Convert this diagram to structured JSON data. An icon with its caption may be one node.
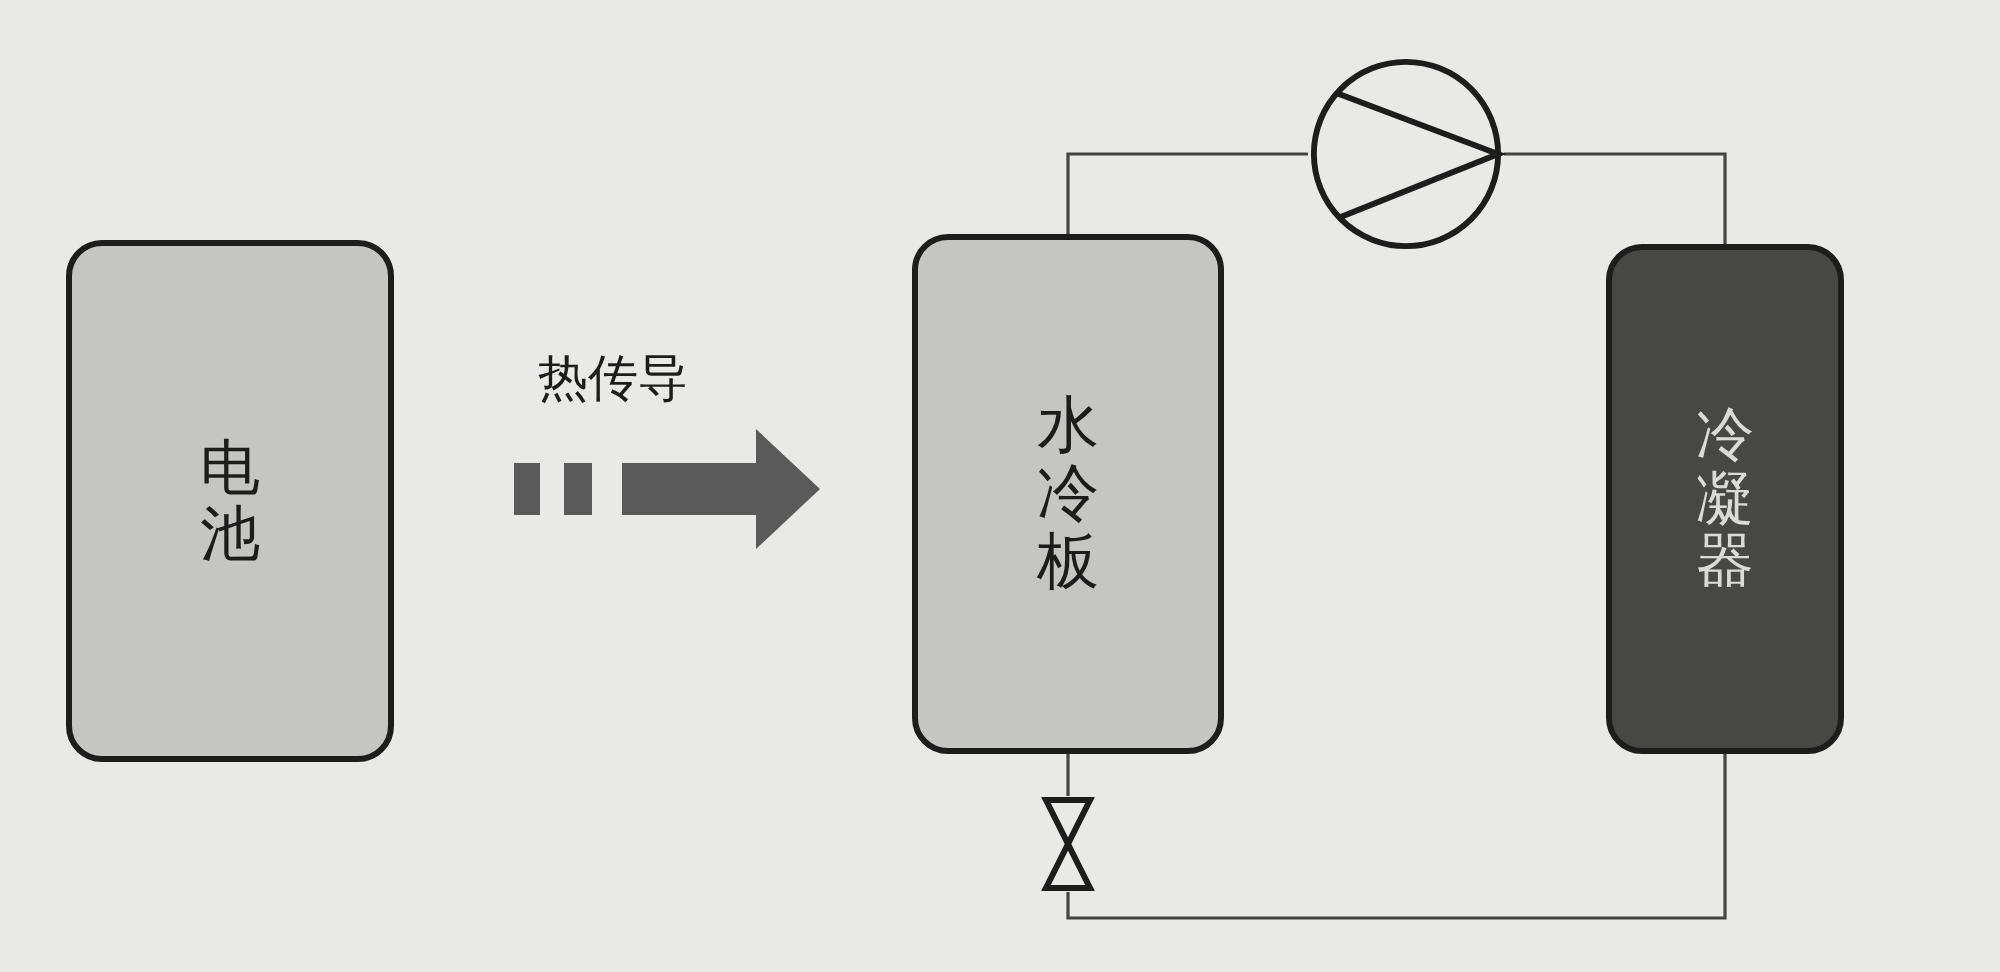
{
  "diagram": {
    "nodes": [
      {
        "text": [
          "电池"
        ]
      },
      {
        "text": [
          "水冷板"
        ]
      },
      {
        "text": [
          "冷凝器"
        ]
      },
      {
        "text": [],
        "shape": "pump"
      },
      {
        "text": [],
        "shape": "valve"
      }
    ],
    "edges": [
      {
        "from": 0,
        "to": 1,
        "arrow": "to",
        "label": "热传导",
        "style": "thick"
      },
      {
        "from": 1,
        "to": 3,
        "arrow": "none"
      },
      {
        "from": 3,
        "to": 2,
        "arrow": "none"
      },
      {
        "from": 2,
        "to": 4,
        "arrow": "none"
      },
      {
        "from": 4,
        "to": 1,
        "arrow": "none"
      }
    ]
  }
}
